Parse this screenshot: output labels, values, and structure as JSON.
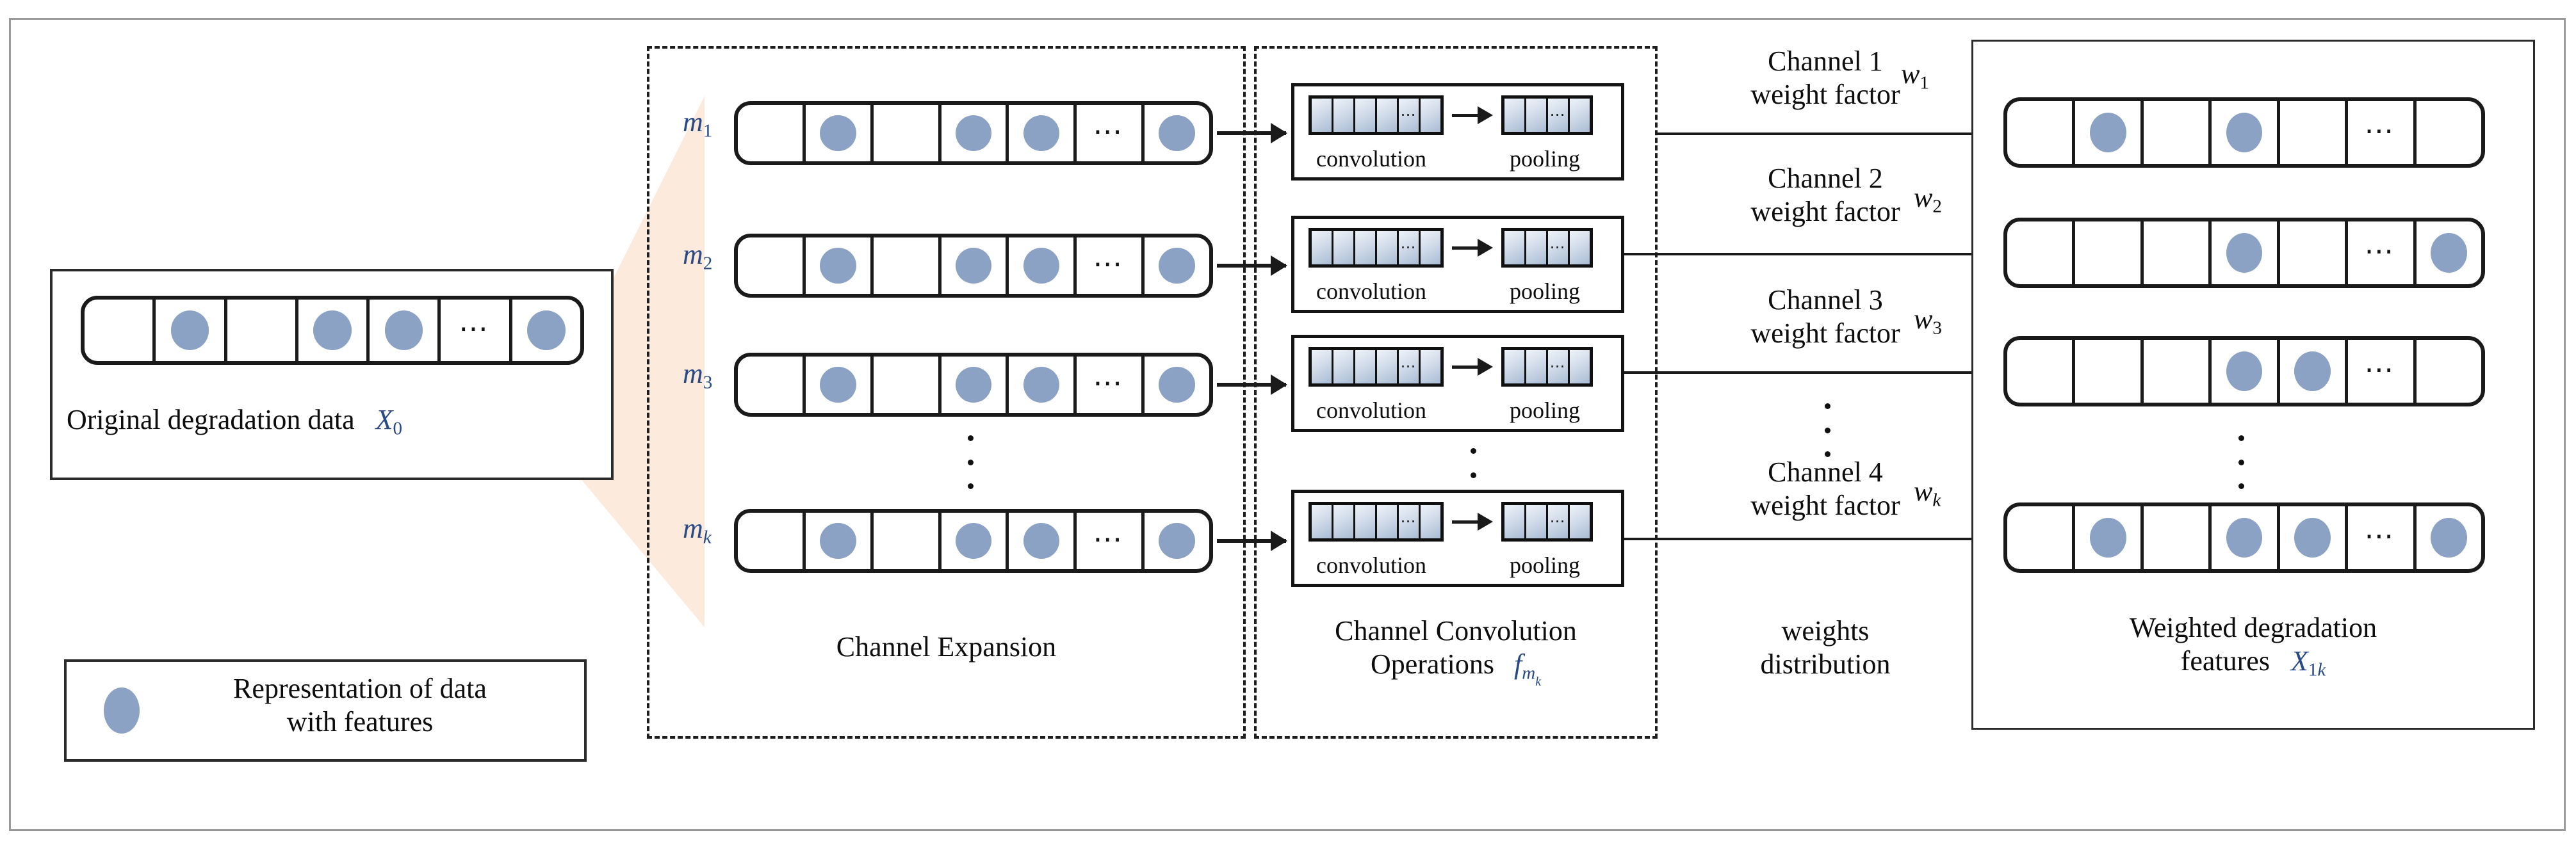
{
  "figure": {
    "title": "Channel expansion, channel convolution and weight distribution pipeline",
    "colors": {
      "feature_dot": "#8ba2c4",
      "fan_peach": "#fcebdc",
      "line": "#1a1a1a",
      "frame": "#9a9a9a",
      "conv_cell_light": "#eef3f9",
      "conv_cell_dark": "#a9bcd4"
    }
  },
  "input_panel": {
    "label_text": "Original degradation data",
    "label_symbol": "X",
    "label_symbol_sub": "0",
    "strip_cells": [
      "",
      "dot",
      "",
      "dot",
      "dot",
      "hdots",
      "dot"
    ]
  },
  "legend": {
    "marker": "feature-dot",
    "line1": "Representation of data",
    "line2": "with features"
  },
  "channel_expansion": {
    "caption": "Channel Expansion",
    "rows": [
      {
        "label_symbol": "m",
        "label_sub": "1",
        "cells": [
          "",
          "dot",
          "",
          "dot",
          "dot",
          "hdots",
          "dot"
        ]
      },
      {
        "label_symbol": "m",
        "label_sub": "2",
        "cells": [
          "",
          "dot",
          "",
          "dot",
          "dot",
          "hdots",
          "dot"
        ]
      },
      {
        "label_symbol": "m",
        "label_sub": "3",
        "cells": [
          "",
          "dot",
          "",
          "dot",
          "dot",
          "hdots",
          "dot"
        ]
      },
      {
        "label_symbol": "m",
        "label_sub": "k",
        "cells": [
          "",
          "dot",
          "",
          "dot",
          "dot",
          "hdots",
          "dot"
        ]
      }
    ],
    "row_ellipsis": "vertical-dots"
  },
  "channel_convolution": {
    "caption_line1": "Channel Convolution",
    "caption_line2": "Operations",
    "caption_symbol": "f",
    "caption_symbol_sub": "m",
    "caption_symbol_subsub": "k",
    "blocks": [
      {
        "conv_label": "convolution",
        "pool_label": "pooling",
        "conv_cells": 6,
        "conv_dots_index": 5,
        "pool_cells": 4,
        "pool_dots_index": 3
      },
      {
        "conv_label": "convolution",
        "pool_label": "pooling",
        "conv_cells": 6,
        "conv_dots_index": 5,
        "pool_cells": 4,
        "pool_dots_index": 3
      },
      {
        "conv_label": "convolution",
        "pool_label": "pooling",
        "conv_cells": 6,
        "conv_dots_index": 5,
        "pool_cells": 4,
        "pool_dots_index": 3
      },
      {
        "conv_label": "convolution",
        "pool_label": "pooling",
        "conv_cells": 6,
        "conv_dots_index": 5,
        "pool_cells": 4,
        "pool_dots_index": 3
      }
    ],
    "block_ellipsis": "vertical-dots"
  },
  "weights": {
    "caption_line1": "weights",
    "caption_line2": "distribution",
    "items": [
      {
        "line1": "Channel 1",
        "line2": "weight factor",
        "symbol": "w",
        "symbol_sub": "1"
      },
      {
        "line1": "Channel 2",
        "line2": "weight factor",
        "symbol": "w",
        "symbol_sub": "2"
      },
      {
        "line1": "Channel 3",
        "line2": "weight factor",
        "symbol": "w",
        "symbol_sub": "3"
      },
      {
        "line1": "Channel 4",
        "line2": "weight factor",
        "symbol": "w",
        "symbol_sub": "k"
      }
    ],
    "item_ellipsis": "vertical-dots"
  },
  "output_panel": {
    "caption_line1": "Weighted degradation",
    "caption_line2": "features",
    "caption_symbol": "X",
    "caption_symbol_sub": "1",
    "caption_symbol_subsub": "k",
    "rows": [
      {
        "cells": [
          "",
          "dot",
          "",
          "dot",
          "",
          "hdots",
          ""
        ]
      },
      {
        "cells": [
          "",
          "",
          "",
          "dot",
          "",
          "hdots",
          "dot"
        ]
      },
      {
        "cells": [
          "",
          "",
          "",
          "dot",
          "dot",
          "hdots",
          ""
        ]
      },
      {
        "cells": [
          "",
          "dot",
          "",
          "dot",
          "dot",
          "hdots",
          "dot"
        ]
      }
    ],
    "row_ellipsis": "vertical-dots"
  }
}
